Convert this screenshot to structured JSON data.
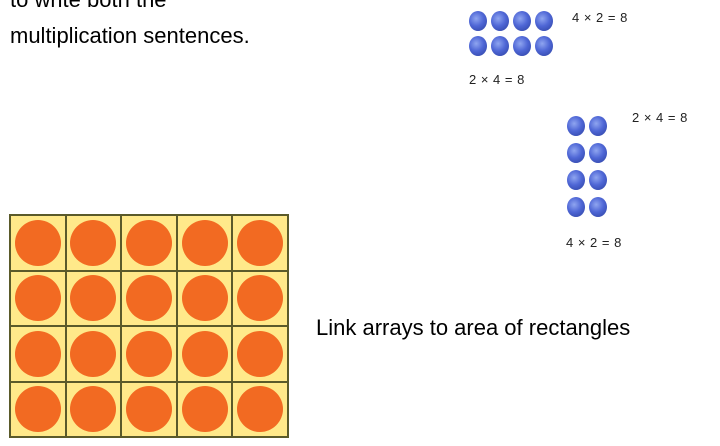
{
  "intro": {
    "line1": "to write both the",
    "line2": "multiplication sentences."
  },
  "array_a": {
    "rows": 2,
    "cols": 4,
    "equation_right": "4 × 2 = 8",
    "equation_below": "2 × 4 = 8",
    "dot_color": "#4f67d6"
  },
  "array_b": {
    "rows": 4,
    "cols": 2,
    "equation_right": "2 × 4 = 8",
    "equation_below": "4 × 2 = 8",
    "dot_color": "#4f67d6"
  },
  "area_grid": {
    "rows": 4,
    "cols": 5,
    "cell_color": "#ffe98a",
    "circle_color": "#f26a22"
  },
  "caption": "Link arrays to area of rectangles"
}
